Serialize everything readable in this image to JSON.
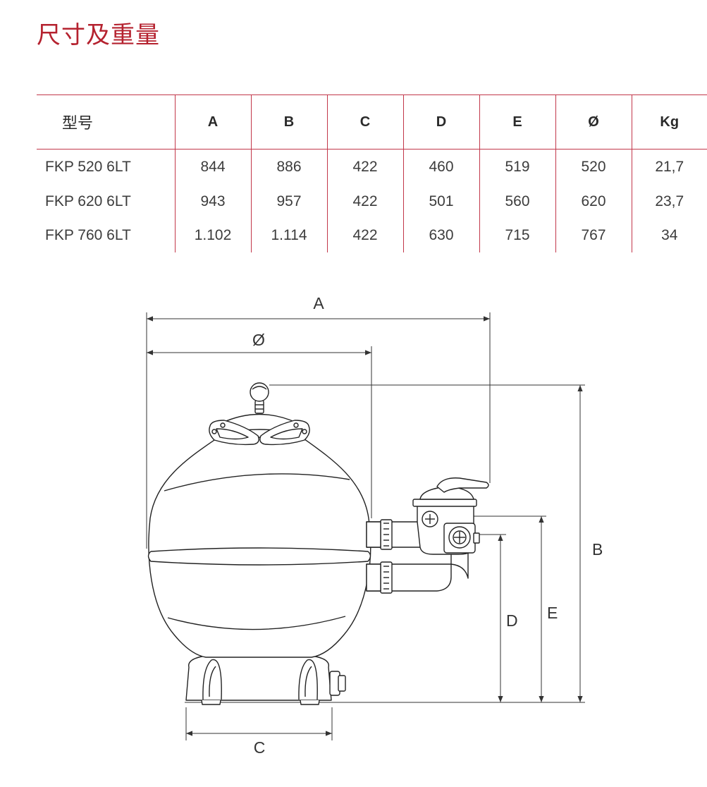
{
  "title": "尺寸及重量",
  "table": {
    "headers": [
      "型号",
      "A",
      "B",
      "C",
      "D",
      "E",
      "Ø",
      "Kg"
    ],
    "rows": [
      [
        "FKP 520 6LT",
        "844",
        "886",
        "422",
        "460",
        "519",
        "520",
        "21,7"
      ],
      [
        "FKP 620 6LT",
        "943",
        "957",
        "422",
        "501",
        "560",
        "620",
        "23,7"
      ],
      [
        "FKP 760 6LT",
        "1.102",
        "1.114",
        "422",
        "630",
        "715",
        "767",
        "34"
      ]
    ]
  },
  "diagram": {
    "labels": {
      "A": "A",
      "diameter": "Ø",
      "B": "B",
      "C": "C",
      "D": "D",
      "E": "E"
    }
  },
  "colors": {
    "accent": "#b5222f",
    "rule": "#c2374a",
    "line": "#333333"
  }
}
